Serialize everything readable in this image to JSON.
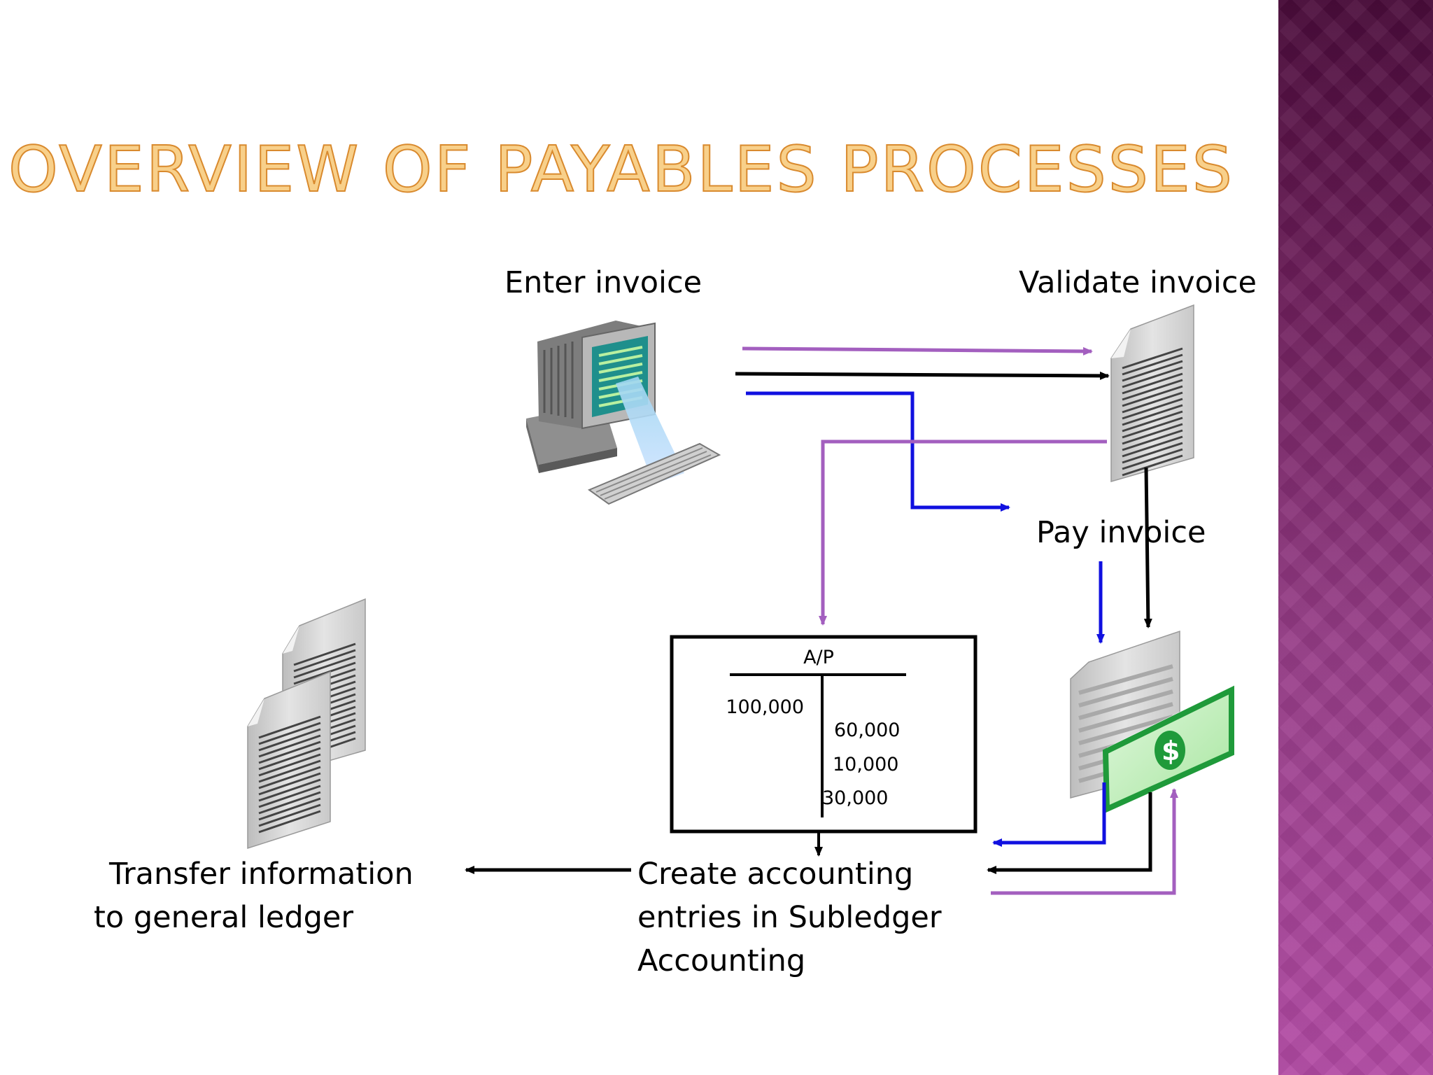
{
  "title": "OVERVIEW OF PAYABLES PROCESSES",
  "steps": {
    "enter_invoice": "Enter invoice",
    "validate_invoice": "Validate invoice",
    "pay_invoice": "Pay invoice",
    "create_accounting": [
      "Create accounting",
      "entries in Subledger",
      "Accounting"
    ],
    "transfer_gl": [
      "Transfer information",
      "to general ledger"
    ]
  },
  "t_account": {
    "title": "A/P",
    "debit": [
      "100,000"
    ],
    "credit": [
      "60,000",
      "10,000",
      "30,000"
    ]
  },
  "icons": {
    "computer": "computer-terminal-icon",
    "invoice": "invoice-document-icon",
    "payment": "invoice-with-dollar-bill-icon",
    "ledger": "stacked-documents-icon",
    "currency_symbol": "$"
  },
  "colors": {
    "title_fill": "#f8d08a",
    "title_stroke": "#d98a2e",
    "arrow_purple": "#a35fbf",
    "arrow_blue": "#1010e0",
    "arrow_black": "#000000",
    "sidebar": "#963c87"
  }
}
